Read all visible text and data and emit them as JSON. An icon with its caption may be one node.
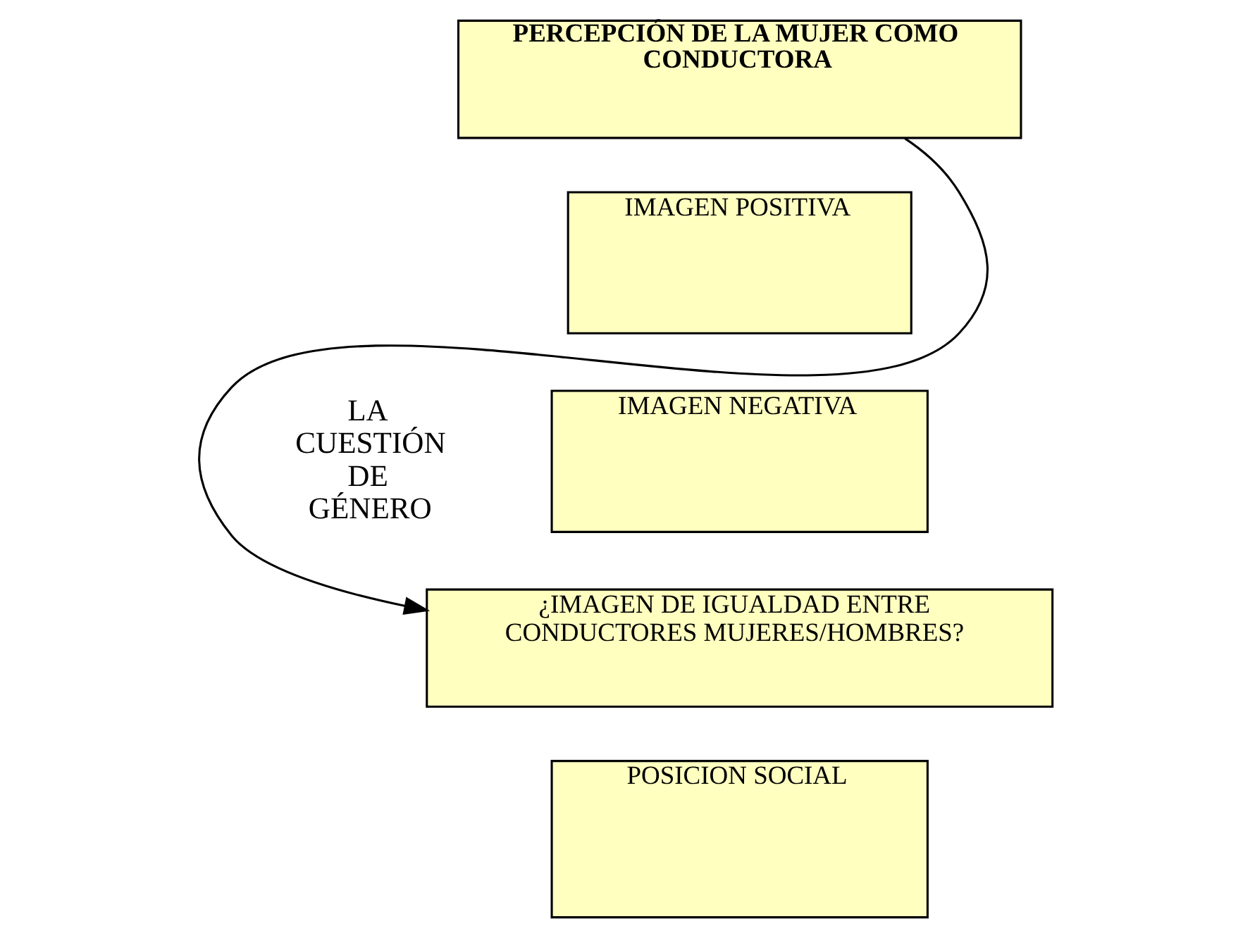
{
  "diagram": {
    "nodes": [
      {
        "text": [
          "PERCEPCIÓN DE LA MUJER COMO CONDUCTORA"
        ]
      },
      {
        "text": [
          "IMAGEN POSITIVA"
        ]
      },
      {
        "text": [
          "IMAGEN NEGATIVA"
        ]
      },
      {
        "text": [
          "¿IMAGEN DE IGUALDAD ENTRE CONDUCTORES MUJERES/HOMBRES?"
        ]
      },
      {
        "text": [
          "POSICION SOCIAL"
        ]
      }
    ],
    "edges": [
      {
        "from": 0,
        "to": 3,
        "arrow": "to"
      }
    ],
    "labels": [
      "LA CUESTIÓN DE GÉNERO"
    ]
  }
}
